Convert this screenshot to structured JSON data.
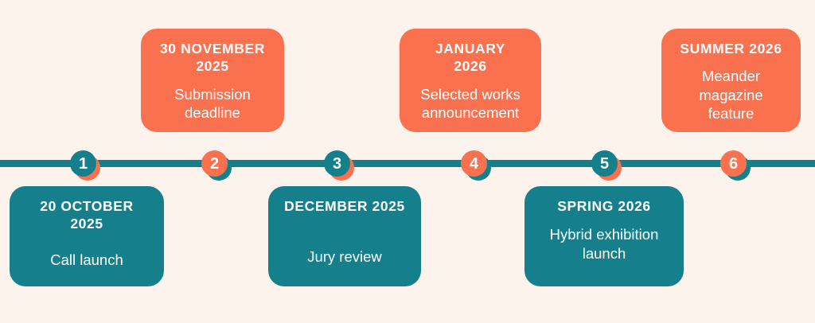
{
  "theme": {
    "background": "#FDF3ED",
    "teal": "#15808C",
    "orange": "#FA7150",
    "text_on_card": "#FFFFFF"
  },
  "timeline": {
    "milestones": [
      {
        "number": "1",
        "date": "20 OCTOBER\n2025",
        "description": "Call launch",
        "color": "teal",
        "marker_color": "teal",
        "position": "below"
      },
      {
        "number": "2",
        "date": "30 NOVEMBER\n2025",
        "description": "Submission\ndeadline",
        "color": "orange",
        "marker_color": "orange",
        "position": "above"
      },
      {
        "number": "3",
        "date": "DECEMBER 2025",
        "description": "Jury review",
        "color": "teal",
        "marker_color": "teal",
        "position": "below"
      },
      {
        "number": "4",
        "date": "JANUARY\n2026",
        "description": "Selected works\nannouncement",
        "color": "orange",
        "marker_color": "orange",
        "position": "above"
      },
      {
        "number": "5",
        "date": "SPRING 2026",
        "description": "Hybrid exhibition\nlaunch",
        "color": "teal",
        "marker_color": "teal",
        "position": "below"
      },
      {
        "number": "6",
        "date": "SUMMER 2026",
        "description": "Meander\nmagazine\nfeature",
        "color": "orange",
        "marker_color": "orange",
        "position": "above"
      }
    ]
  }
}
